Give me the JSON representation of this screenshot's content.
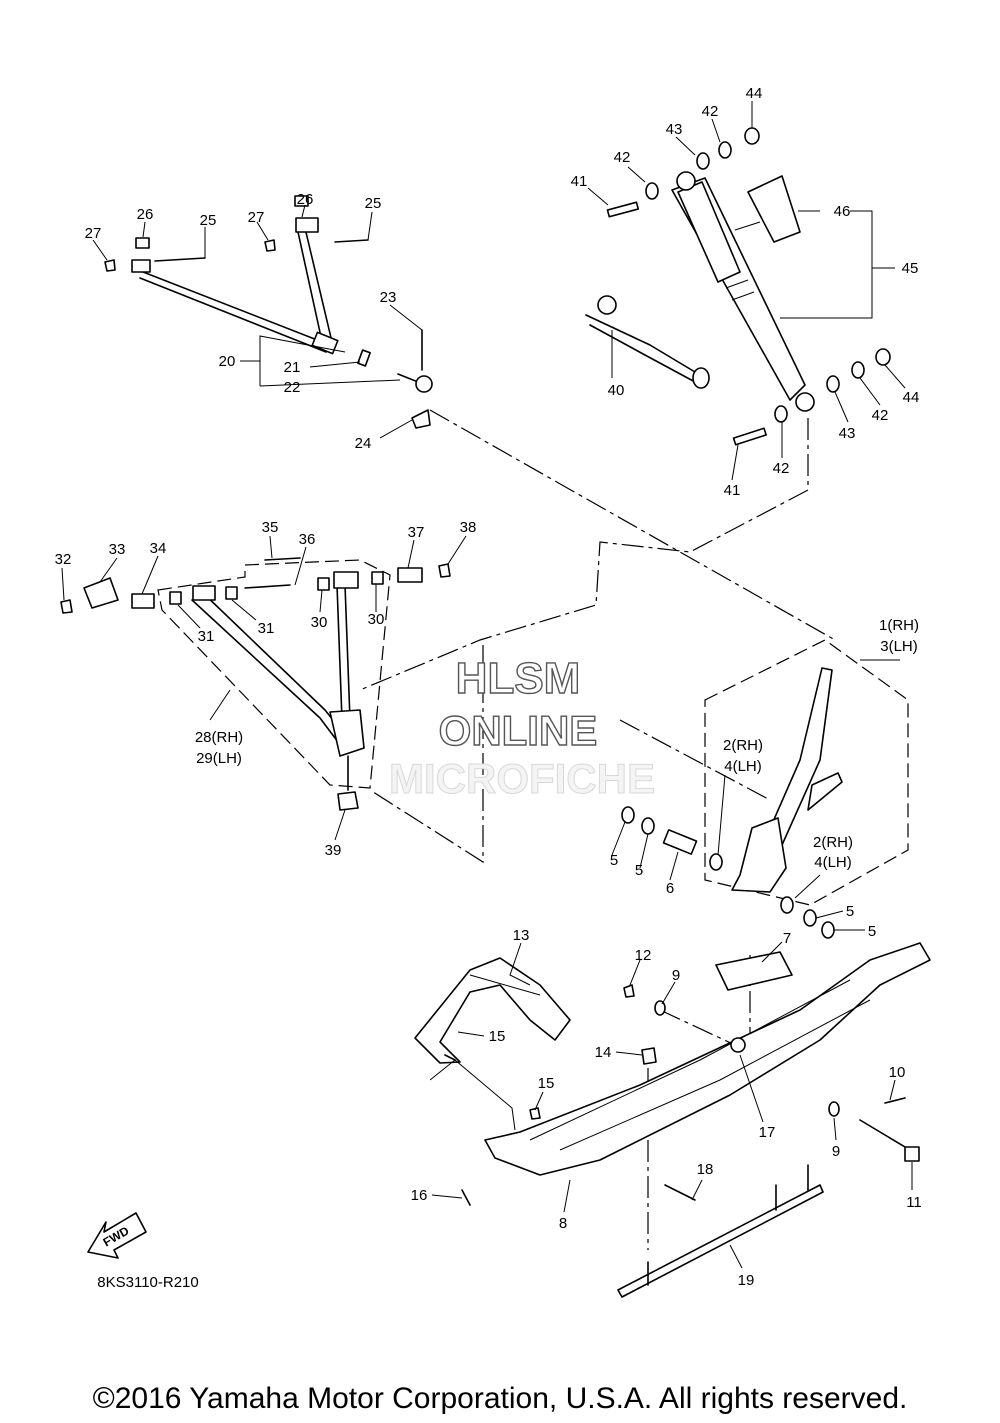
{
  "diagram": {
    "watermark": [
      "HLSM",
      "ONLINE",
      "MICROFICHE"
    ],
    "figure_code": "8KS3110-R210",
    "fwd_label": "FWD",
    "copyright": "©2016 Yamaha Motor Corporation, U.S.A. All rights reserved.",
    "callouts": {
      "c44a": "44",
      "c42a": "42",
      "c43a": "43",
      "c42b": "42",
      "c41a": "41",
      "c46": "46",
      "c45": "45",
      "c40": "40",
      "c44b": "44",
      "c42c": "42",
      "c43b": "43",
      "c42d": "42",
      "c41b": "41",
      "c26a": "26",
      "c25a": "25",
      "c27a": "27",
      "c27b": "27",
      "c26b": "26",
      "c25b": "25",
      "c23": "23",
      "c20": "20",
      "c21": "21",
      "c22": "22",
      "c24": "24",
      "c32": "32",
      "c33": "33",
      "c34": "34",
      "c35": "35",
      "c36": "36",
      "c37": "37",
      "c38": "38",
      "c31a": "31",
      "c31b": "31",
      "c30a": "30",
      "c30b": "30",
      "c28": "28(RH)",
      "c29": "29(LH)",
      "c39": "39",
      "c1": "1(RH)",
      "c3": "3(LH)",
      "c2a": "2(RH)",
      "c4a": "4(LH)",
      "c2b": "2(RH)",
      "c4b": "4(LH)",
      "c5a": "5",
      "c5b": "5",
      "c6": "6",
      "c5c": "5",
      "c5d": "5",
      "c7": "7",
      "c13": "13",
      "c15a": "15",
      "c12": "12",
      "c9a": "9",
      "c14": "14",
      "c15b": "15",
      "c10": "10",
      "c17": "17",
      "c9b": "9",
      "c11": "11",
      "c18": "18",
      "c16": "16",
      "c8": "8",
      "c19": "19"
    }
  }
}
